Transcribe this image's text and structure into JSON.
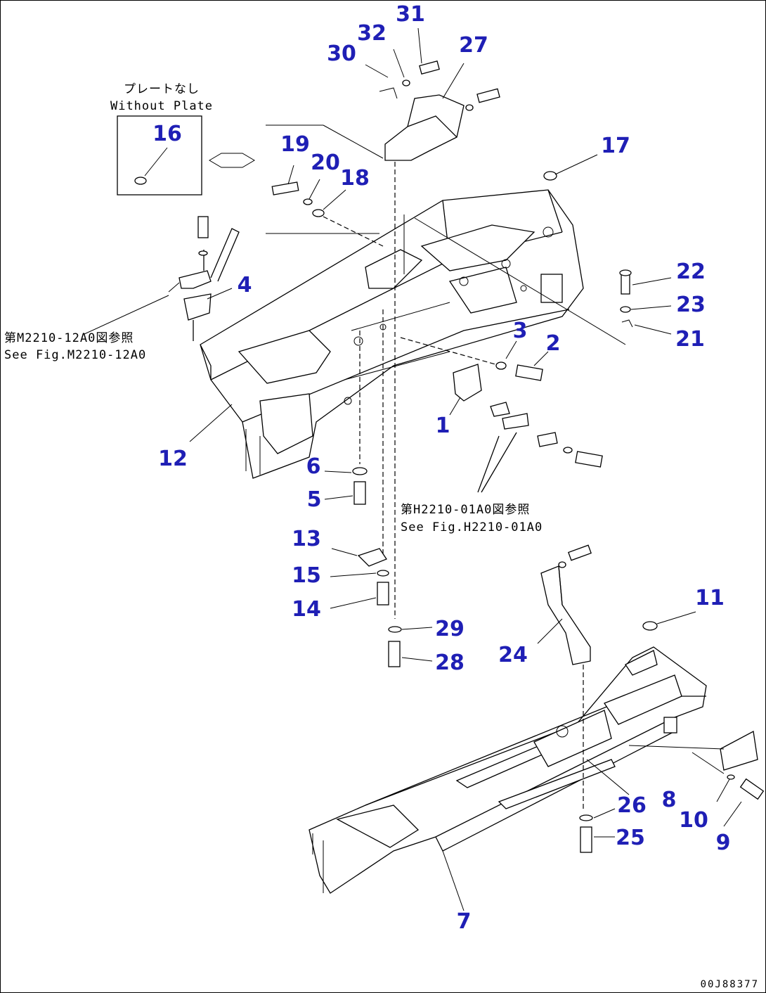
{
  "callouts": {
    "c1": "1",
    "c2": "2",
    "c3": "3",
    "c4": "4",
    "c5": "5",
    "c6": "6",
    "c7": "7",
    "c8": "8",
    "c9": "9",
    "c10": "10",
    "c11": "11",
    "c12": "12",
    "c13": "13",
    "c14": "14",
    "c15": "15",
    "c16": "16",
    "c17": "17",
    "c18": "18",
    "c19": "19",
    "c20": "20",
    "c21": "21",
    "c22": "22",
    "c23": "23",
    "c24": "24",
    "c25": "25",
    "c26": "26",
    "c27": "27",
    "c28": "28",
    "c29": "29",
    "c30": "30",
    "c31": "31",
    "c32": "32"
  },
  "inset": {
    "label_jp": "プレートなし",
    "label_en": "Without Plate"
  },
  "notes": {
    "m2210_jp": "第M2210-12A0図参照",
    "m2210_en": "See Fig.M2210-12A0",
    "h2210_jp": "第H2210-01A0図参照",
    "h2210_en": "See Fig.H2210-01A0"
  },
  "drawing_code": "00J88377",
  "colors": {
    "callout": "#1f1fb5",
    "line": "#000000"
  }
}
